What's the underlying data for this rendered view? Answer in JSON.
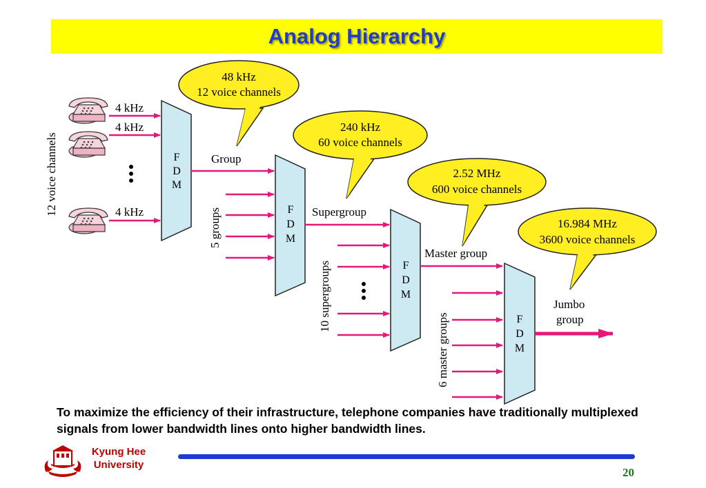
{
  "title": "Analog Hierarchy",
  "inputs": {
    "phone_freq": "4 kHz",
    "voice_channels_label": "12 voice channels"
  },
  "fdm_label": [
    "F",
    "D",
    "M"
  ],
  "stages": {
    "group": {
      "output_label": "Group",
      "callout_line1": "48 kHz",
      "callout_line2": "12 voice channels"
    },
    "supergroup": {
      "input_label": "5 groups",
      "output_label": "Supergroup",
      "callout_line1": "240 kHz",
      "callout_line2": "60 voice channels"
    },
    "master_group": {
      "input_label": "10 supergroups",
      "output_label": "Master group",
      "callout_line1": "2.52 MHz",
      "callout_line2": "600 voice channels"
    },
    "jumbo_group": {
      "input_label": "6 master groups",
      "output_label_line1": "Jumbo",
      "output_label_line2": "group",
      "callout_line1": "16.984 MHz",
      "callout_line2": "3600 voice channels"
    }
  },
  "caption": "To maximize the efficiency of their infrastructure, telephone companies have traditionally multiplexed signals from lower bandwidth lines onto higher bandwidth lines.",
  "footer": {
    "university_line1": "Kyung Hee",
    "university_line2": "University",
    "page_number": "20"
  },
  "colors": {
    "title_bg": "#ffff00",
    "title_text": "#1f3bd0",
    "arrow": "#e8167a",
    "fdm_fill": "#cdeaf3",
    "callout_fill": "#ffee22",
    "footer_line": "#1a3bd6",
    "university_text": "#c00000",
    "page_number": "#1c7a1c"
  },
  "icons": [
    "telephone-icon",
    "vertical-ellipsis-icon",
    "university-seal-icon"
  ]
}
